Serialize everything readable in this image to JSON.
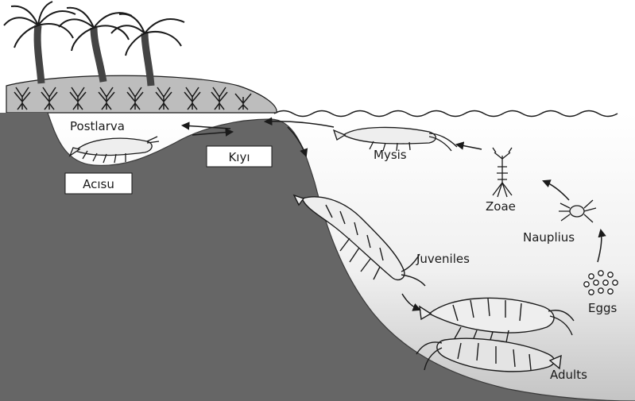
{
  "labels": {
    "postlarva": "Postlarva",
    "mysis": "Mysis",
    "zoae": "Zoae",
    "nauplius": "Nauplius",
    "eggs": "Eggs",
    "juveniles": "Juveniles",
    "adults": "Adults"
  },
  "boxes": {
    "acisu": "Acısu",
    "kiyi": "Kıyı"
  },
  "colors": {
    "seabed": "#666666",
    "water_top": "#ffffff",
    "water_bottom": "#c9c9c9",
    "ink": "#1a1a1a",
    "box_fill": "#ffffff"
  },
  "icons": [
    "palm-tree-icon",
    "mangrove-shrub-icon",
    "shrimp-icon",
    "larva-icon",
    "egg-icon",
    "arrow-icon"
  ]
}
